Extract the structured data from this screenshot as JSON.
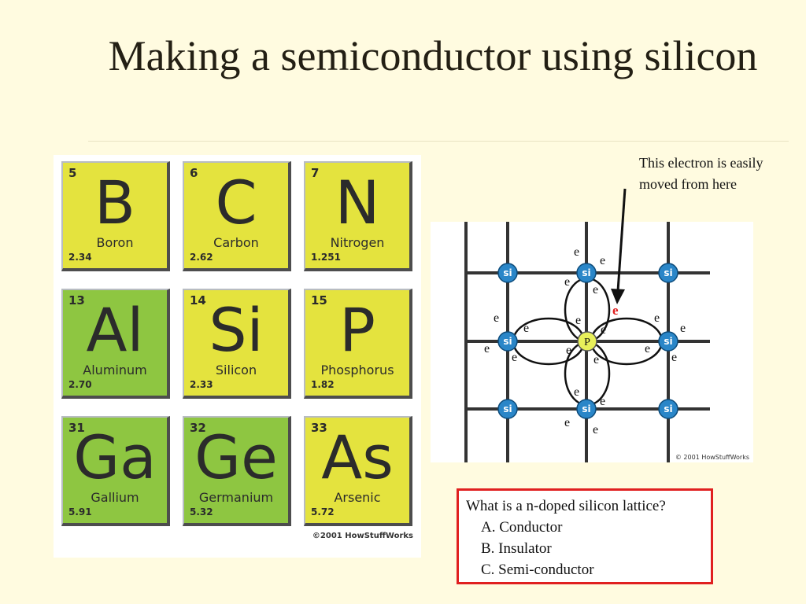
{
  "slide": {
    "title": "Making a semiconductor using silicon",
    "callout": "This electron is easily moved from here"
  },
  "periodic_table": {
    "elements": [
      {
        "number": "5",
        "symbol": "B",
        "name": "Boron",
        "mass": "2.34",
        "color": "#e4e33e"
      },
      {
        "number": "6",
        "symbol": "C",
        "name": "Carbon",
        "mass": "2.62",
        "color": "#e4e33e"
      },
      {
        "number": "7",
        "symbol": "N",
        "name": "Nitrogen",
        "mass": "1.251",
        "color": "#e4e33e"
      },
      {
        "number": "13",
        "symbol": "Al",
        "name": "Aluminum",
        "mass": "2.70",
        "color": "#8ec641"
      },
      {
        "number": "14",
        "symbol": "Si",
        "name": "Silicon",
        "mass": "2.33",
        "color": "#e4e33e"
      },
      {
        "number": "15",
        "symbol": "P",
        "name": "Phosphorus",
        "mass": "1.82",
        "color": "#e4e33e"
      },
      {
        "number": "31",
        "symbol": "Ga",
        "name": "Gallium",
        "mass": "5.91",
        "color": "#8ec641"
      },
      {
        "number": "32",
        "symbol": "Ge",
        "name": "Germanium",
        "mass": "5.32",
        "color": "#8ec641"
      },
      {
        "number": "33",
        "symbol": "As",
        "name": "Arsenic",
        "mass": "5.72",
        "color": "#e4e33e"
      }
    ],
    "credit": "©2001 HowStuffWorks"
  },
  "lattice": {
    "atom_label": "si",
    "dopant_label": "P",
    "electron_label": "e",
    "free_electron_label": "e",
    "credit": "© 2001 HowStuffWorks",
    "colors": {
      "atom": "#2a86c8",
      "dopant": "#e8f05a",
      "free_electron": "#e02020",
      "grid": "#333333"
    }
  },
  "question": {
    "prompt": "What is a n-doped silicon lattice?",
    "options": [
      "A. Conductor",
      "B. Insulator",
      "C. Semi-conductor"
    ]
  }
}
